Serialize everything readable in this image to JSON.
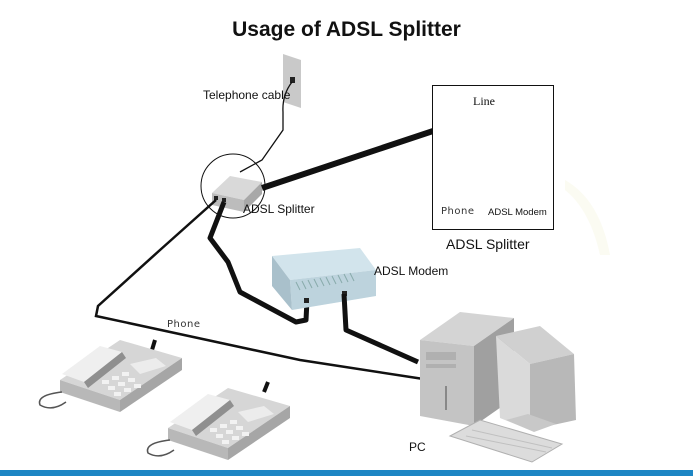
{
  "title": "Usage of ADSL Splitter",
  "labels": {
    "telephone_cable": "Telephone cable",
    "adsl_splitter_device": "ADSL Splitter",
    "adsl_modem_device": "ADSL Modem",
    "phone_line": "Phone",
    "pc": "PC",
    "inset_caption": "ADSL Splitter",
    "inset_line_port": "Line",
    "inset_phone_port": "Phone",
    "inset_modem_port": "ADSL Modem"
  },
  "colors": {
    "cable": "#111111",
    "device_gray": "#c8c8c8",
    "modem_blue": "#c9dde6",
    "accent_bar": "#1d86c4"
  },
  "components": [
    {
      "name": "Wall jack",
      "icon": "wall-jack-icon"
    },
    {
      "name": "ADSL Splitter",
      "icon": "splitter-icon"
    },
    {
      "name": "ADSL Modem",
      "icon": "modem-icon"
    },
    {
      "name": "Telephone 1",
      "icon": "telephone-icon"
    },
    {
      "name": "Telephone 2",
      "icon": "telephone-icon"
    },
    {
      "name": "PC",
      "icon": "computer-icon"
    }
  ],
  "connections": [
    {
      "from": "Wall jack",
      "to": "ADSL Splitter",
      "via": "Telephone cable"
    },
    {
      "from": "ADSL Splitter",
      "to": "Line port"
    },
    {
      "from": "ADSL Splitter",
      "to": "Telephones",
      "via": "Phone"
    },
    {
      "from": "ADSL Splitter",
      "to": "ADSL Modem"
    },
    {
      "from": "ADSL Modem",
      "to": "PC"
    }
  ]
}
